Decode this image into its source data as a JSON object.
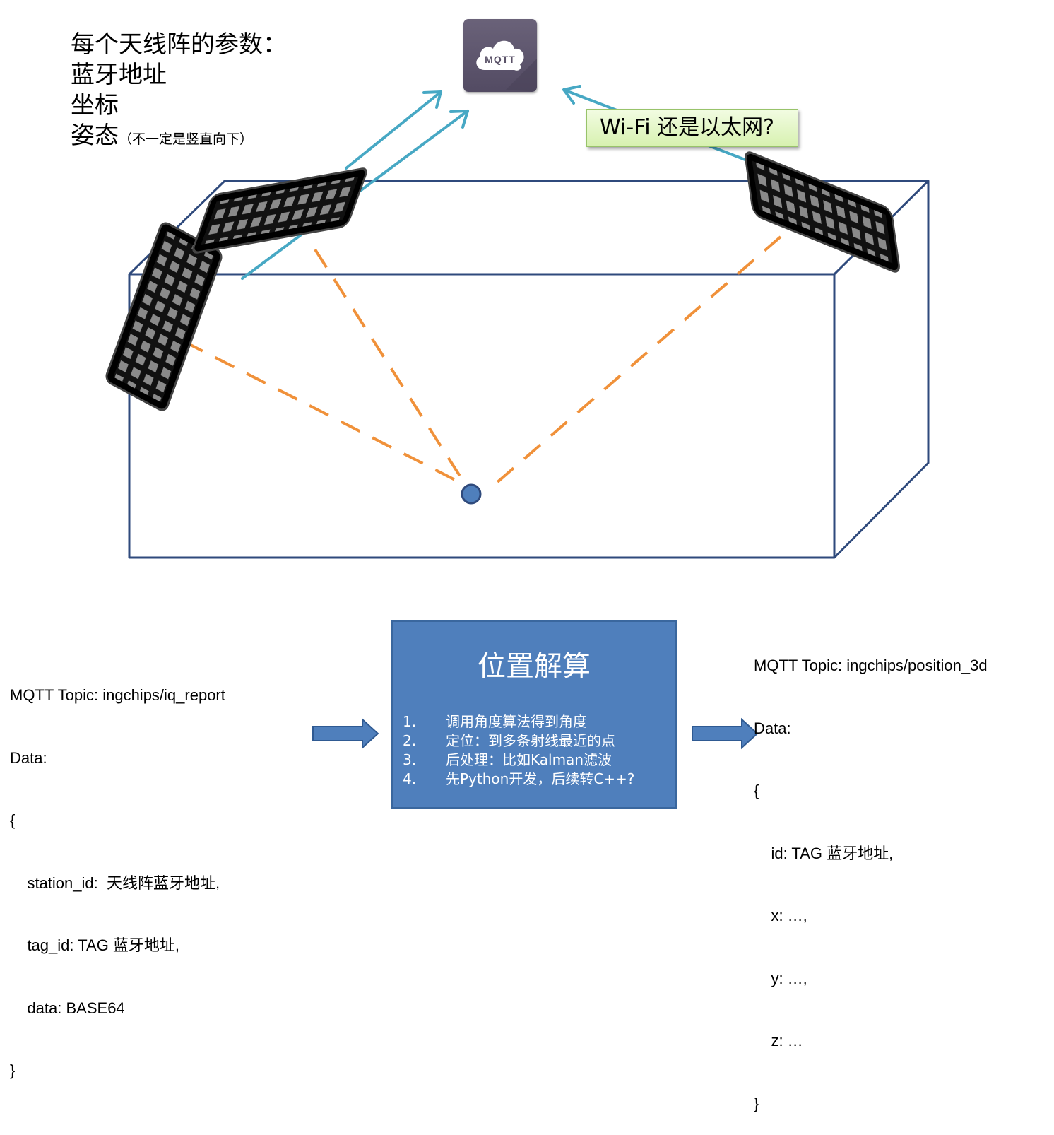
{
  "params": {
    "title": "每个天线阵的参数：",
    "items": [
      {
        "label": "蓝牙地址"
      },
      {
        "label": "坐标"
      },
      {
        "label": "姿态",
        "note": "（不一定是竖直向下）"
      }
    ]
  },
  "mqtt_icon": {
    "label": "MQTT"
  },
  "wifi_callout": {
    "text": "Wi-Fi 还是以太网?"
  },
  "left_message": {
    "lines": [
      "MQTT Topic: ingchips/iq_report",
      "Data:",
      "{",
      "    station_id:  天线阵蓝牙地址,",
      "    tag_id: TAG 蓝牙地址,",
      "    data: BASE64",
      "}"
    ]
  },
  "solver": {
    "title": "位置解算",
    "steps": [
      {
        "num": "1.",
        "text": "调用角度算法得到角度"
      },
      {
        "num": "2.",
        "text": "定位：到多条射线最近的点"
      },
      {
        "num": "3.",
        "text": "后处理：比如Kalman滤波"
      },
      {
        "num": "4.",
        "text": "先Python开发，后续转C++?"
      }
    ]
  },
  "right_message": {
    "lines": [
      "MQTT Topic: ingchips/position_3d",
      "Data:",
      "{",
      "    id: TAG 蓝牙地址,",
      "    x: …,",
      "    y: …,",
      "    z: …",
      "}"
    ]
  },
  "colors": {
    "box_edge": "#2f4a7c",
    "ray": "#f0913a",
    "uplink_arrow": "#47a8c4",
    "solver_fill": "#4f7fbc",
    "flow_arrow": "#4f7fbc",
    "tag_dot": "#4f7fbc",
    "callout_fill": "#e2f6c4"
  }
}
